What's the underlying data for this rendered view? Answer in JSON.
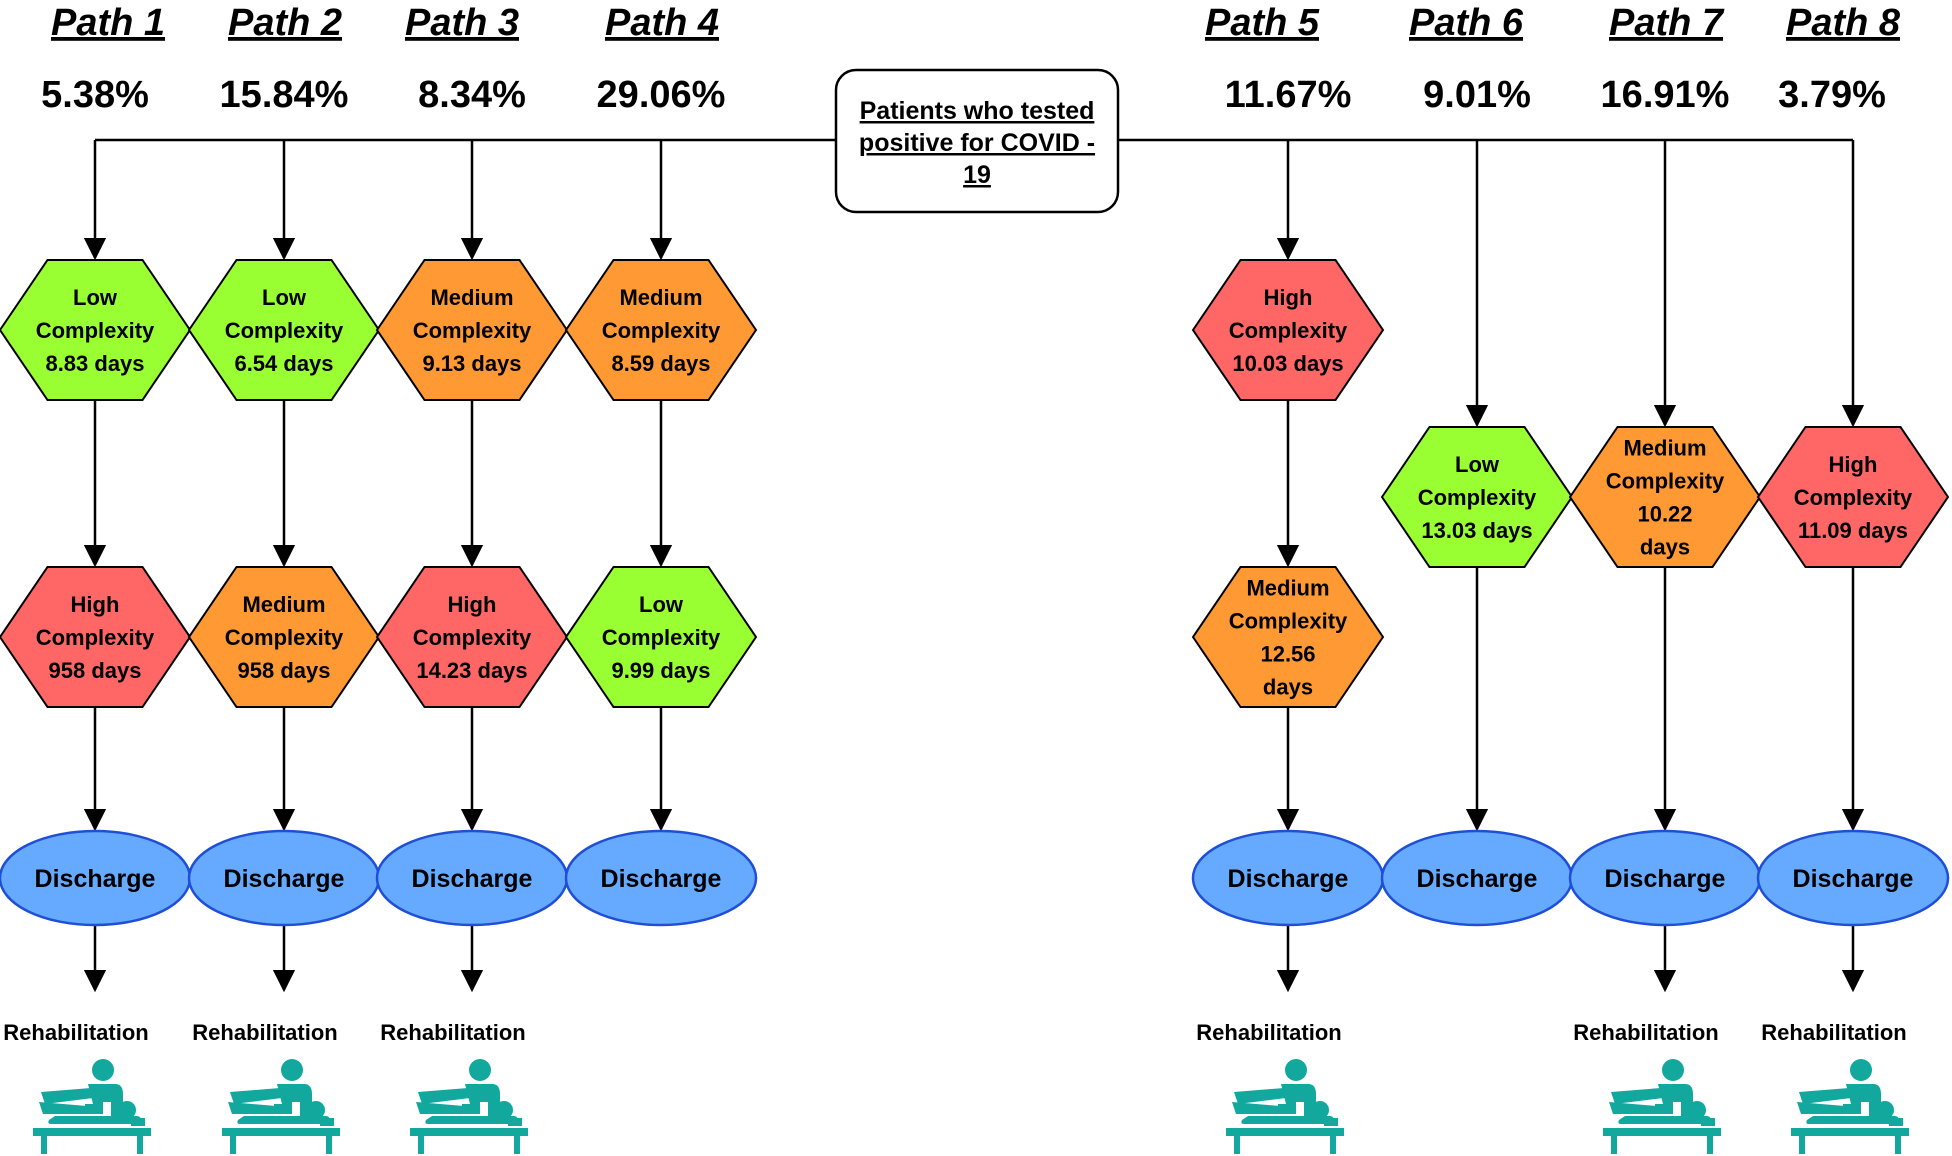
{
  "start": {
    "lines": [
      "Patients who tested",
      "positive for COVID -",
      "19"
    ]
  },
  "colors": {
    "low": "#99ff33",
    "medium": "#ff9933",
    "high": "#ff6666",
    "discharge": "#66aaff",
    "discharge_stroke": "#1f4fd6",
    "rehab_icon": "#12a89d"
  },
  "paths": [
    {
      "title": "Path 1",
      "percent": "5.38%",
      "stages": [
        {
          "level": "low",
          "lines": [
            "Low",
            "Complexity",
            "8.83 days"
          ]
        },
        {
          "level": "high",
          "lines": [
            "High",
            "Complexity",
            "958 days"
          ]
        }
      ],
      "discharge": "Discharge",
      "rehab": "Rehabilitation"
    },
    {
      "title": "Path 2",
      "percent": "15.84%",
      "stages": [
        {
          "level": "low",
          "lines": [
            "Low",
            "Complexity",
            "6.54 days"
          ]
        },
        {
          "level": "medium",
          "lines": [
            "Medium",
            "Complexity",
            "958 days"
          ]
        }
      ],
      "discharge": "Discharge",
      "rehab": "Rehabilitation"
    },
    {
      "title": "Path 3",
      "percent": "8.34%",
      "stages": [
        {
          "level": "medium",
          "lines": [
            "Medium",
            "Complexity",
            "9.13 days"
          ]
        },
        {
          "level": "high",
          "lines": [
            "High",
            "Complexity",
            "14.23 days"
          ]
        }
      ],
      "discharge": "Discharge",
      "rehab": "Rehabilitation"
    },
    {
      "title": "Path 4",
      "percent": "29.06%",
      "stages": [
        {
          "level": "medium",
          "lines": [
            "Medium",
            "Complexity",
            "8.59 days"
          ]
        },
        {
          "level": "low",
          "lines": [
            "Low",
            "Complexity",
            "9.99 days"
          ]
        }
      ],
      "discharge": "Discharge",
      "rehab": ""
    },
    {
      "title": "Path 5",
      "percent": "11.67%",
      "stages": [
        {
          "level": "high",
          "lines": [
            "High",
            "Complexity",
            "10.03 days"
          ]
        },
        {
          "level": "medium",
          "lines": [
            "Medium",
            "Complexity",
            "12.56",
            "days"
          ]
        }
      ],
      "discharge": "Discharge",
      "rehab": "Rehabilitation"
    },
    {
      "title": "Path 6",
      "percent": "9.01%",
      "stages": [
        {
          "level": "low",
          "lines": [
            "Low",
            "Complexity",
            "13.03 days"
          ]
        }
      ],
      "discharge": "Discharge",
      "rehab": ""
    },
    {
      "title": "Path 7",
      "percent": "16.91%",
      "stages": [
        {
          "level": "medium",
          "lines": [
            "Medium",
            "Complexity",
            "10.22",
            "days"
          ]
        }
      ],
      "discharge": "Discharge",
      "rehab": "Rehabilitation"
    },
    {
      "title": "Path 8",
      "percent": "3.79%",
      "stages": [
        {
          "level": "high",
          "lines": [
            "High",
            "Complexity",
            "11.09 days"
          ]
        }
      ],
      "discharge": "Discharge",
      "rehab": "Rehabilitation"
    }
  ]
}
